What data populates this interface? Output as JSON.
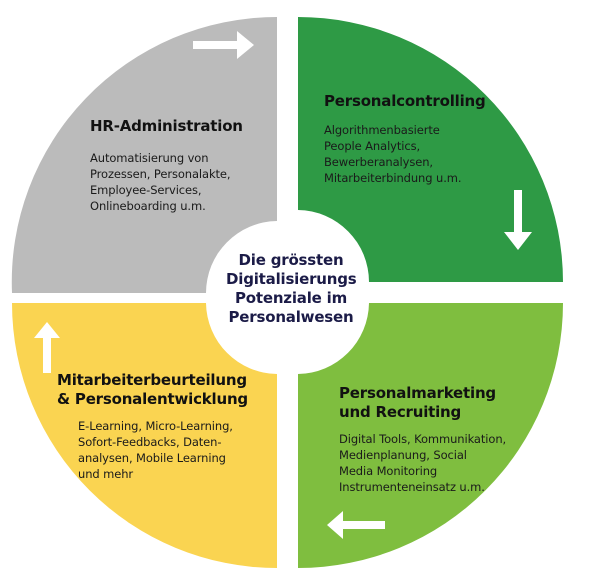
{
  "center": {
    "text": "Die grössten\nDigitalisierungs\nPotenziale im\nPersonalwesen"
  },
  "quadrants": [
    {
      "title": "HR-Administration",
      "body": "Automatisierung von\nProzessen, Personalakte,\nEmployee-Services,\nOnlineboarding u.m.",
      "color": "#bbbbbb",
      "arrow_direction": "right"
    },
    {
      "title": "Personalcontrolling",
      "body": "Algorithmenbasierte\nPeople Analytics,\nBewerberanalysen,\nMitarbeiterbindung u.m.",
      "color": "#2e9a45",
      "arrow_direction": "down"
    },
    {
      "title": "Personalmarketing\nund Recruiting",
      "body": "Digital Tools, Kommunikation,\nMedienplanung, Social\nMedia Monitoring\nInstrumenteneinsatz u.m.",
      "color": "#7fbe3f",
      "arrow_direction": "left"
    },
    {
      "title": "Mitarbeiterbeurteilung\n& Personalentwicklung",
      "body": "E-Learning, Micro-Learning,\nSofort-Feedbacks, Daten-\nanalysen, Mobile Learning\nund mehr",
      "color": "#fad451",
      "arrow_direction": "up"
    }
  ]
}
